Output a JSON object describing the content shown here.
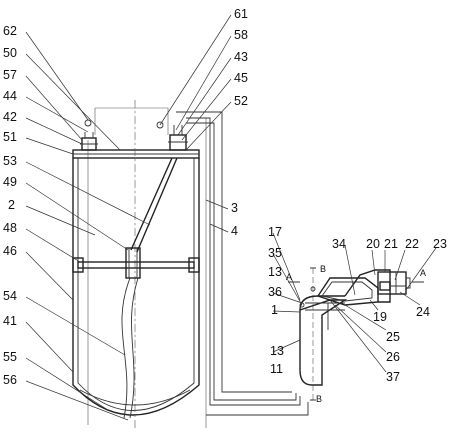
{
  "figure": {
    "labels": {
      "l62": "62",
      "l50": "50",
      "l57": "57",
      "l44": "44",
      "l42": "42",
      "l51": "51",
      "l53": "53",
      "l49": "49",
      "l2": "2",
      "l48": "48",
      "l46": "46",
      "l54": "54",
      "l41": "41",
      "l55": "55",
      "l56": "56",
      "l61": "61",
      "l58": "58",
      "l43": "43",
      "l45": "45",
      "l52": "52",
      "l3": "3",
      "l4": "4",
      "l17": "17",
      "l35": "35",
      "l13a": "13",
      "l36": "36",
      "l1": "1",
      "l13b": "13",
      "l11": "11",
      "l34": "34",
      "l20": "20",
      "l21": "21",
      "l22": "22",
      "l23": "23",
      "l19": "19",
      "l24": "24",
      "l25": "25",
      "l26": "26",
      "l37": "37"
    },
    "section_marks": {
      "a_left": "A",
      "a_right": "A",
      "b_top": "B",
      "b_bottom": "B"
    }
  }
}
